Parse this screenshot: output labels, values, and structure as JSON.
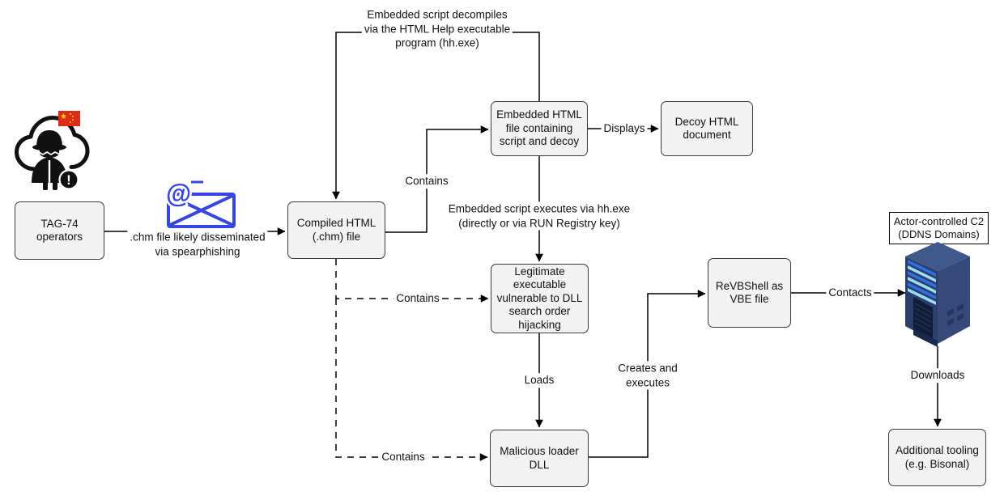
{
  "diagram_title": "TAG-74 .chm spearphishing infection chain",
  "colors": {
    "background": "#ffffff",
    "node_fill": "#f2f2f2",
    "node_border": "#3a3a3a",
    "edge": "#000000",
    "email_blue": "#3546de",
    "flag_red": "#dd2b1c",
    "flag_star": "#ffd400",
    "spy_black": "#111111",
    "server_top": "#41588c",
    "server_right": "#35497a",
    "server_left": "#2c3f6b",
    "server_stripe_blue": "#2f6fe8",
    "server_stripe_cyan": "#9adcf2"
  },
  "nodes": {
    "tag74": {
      "label": "TAG-74 operators"
    },
    "chm": {
      "label": "Compiled HTML\n(.chm) file"
    },
    "embedded_html": {
      "label": "Embedded HTML\nfile containing\nscript and decoy"
    },
    "decoy": {
      "label": "Decoy HTML\ndocument"
    },
    "legit_exe": {
      "label": "Legitimate\nexecutable\nvulnerable to DLL\nsearch order\nhijacking"
    },
    "malicious_dll": {
      "label": "Malicious loader\nDLL"
    },
    "revbshell": {
      "label": "ReVBShell as\nVBE file"
    },
    "c2": {
      "label": "Actor-controlled C2\n(DDNS Domains)"
    },
    "tooling": {
      "label": "Additional tooling\n(e.g. Bisonal)"
    }
  },
  "edge_labels": {
    "spearphish": ".chm file likely disseminated\nvia spearphishing",
    "decompile": "Embedded script decompiles\nvia the HTML Help executable\nprogram (hh.exe)",
    "contains_html": "Contains",
    "displays": "Displays",
    "executes": "Embedded script executes via hh.exe\n(directly or via RUN Registry key)",
    "contains_exe": "Contains",
    "loads": "Loads",
    "contains_dll": "Contains",
    "creates": "Creates and\nexecutes",
    "contacts": "Contacts",
    "downloads": "Downloads"
  },
  "glyphs": {
    "at": "@",
    "exclamation": "!",
    "star": "★"
  }
}
